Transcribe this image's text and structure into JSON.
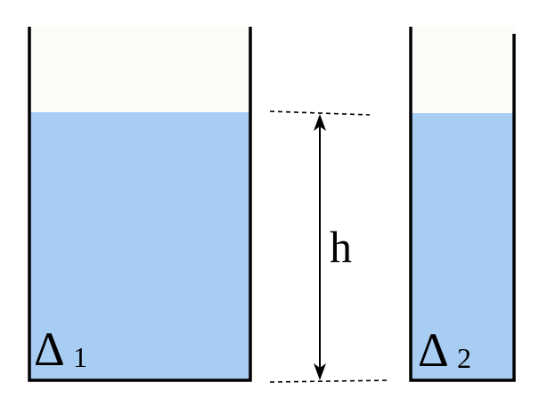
{
  "diagram": {
    "colors": {
      "water": "#a8cdf3",
      "air": "#fcfbf8",
      "wall": "#000000",
      "background": "#ffffff"
    },
    "height_label": "h",
    "tank_1": {
      "symbol": "Δ",
      "subscript": "1"
    },
    "tank_2": {
      "symbol": "Δ",
      "subscript": "2"
    }
  }
}
